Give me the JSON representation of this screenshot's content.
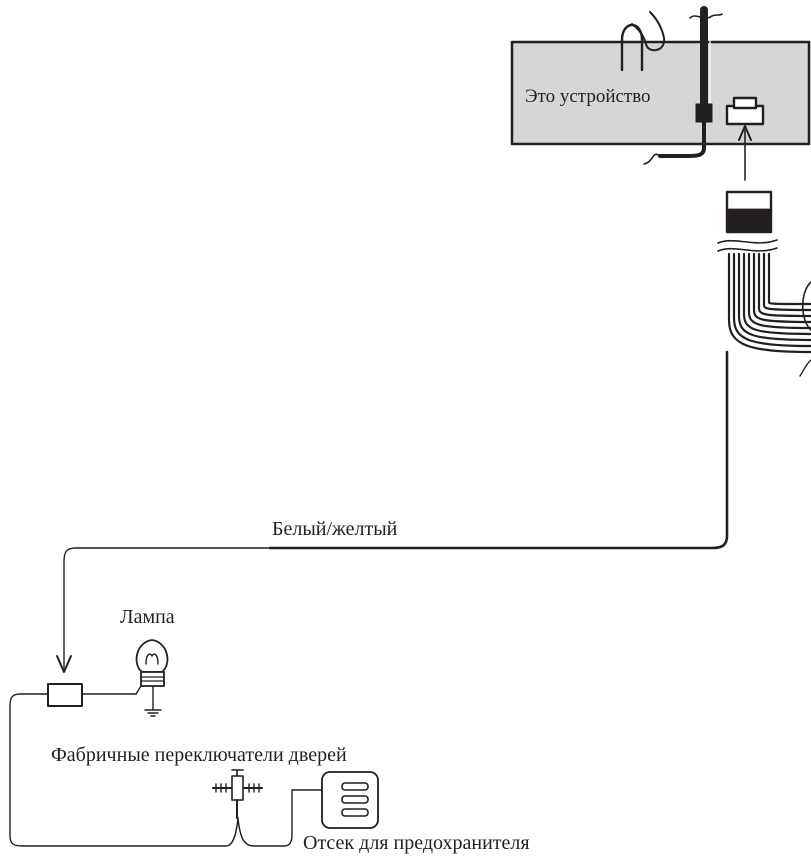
{
  "labels": {
    "device": "Это устройство",
    "wire": "Белый/желтый",
    "lamp": "Лампа",
    "door_switches": "Фабричные переключатели дверей",
    "fuse_box": "Отсек для предохранителя"
  },
  "colors": {
    "line": "#231f20",
    "device_fill": "#d6d6d6",
    "background": "#ffffff"
  },
  "icons": {
    "device": "head-unit-box",
    "connector": "wiring-connector",
    "lamp": "light-bulb-icon",
    "ground": "ground-icon",
    "door_switch": "door-switch-icon",
    "fuse_box": "fuse-box-icon"
  }
}
